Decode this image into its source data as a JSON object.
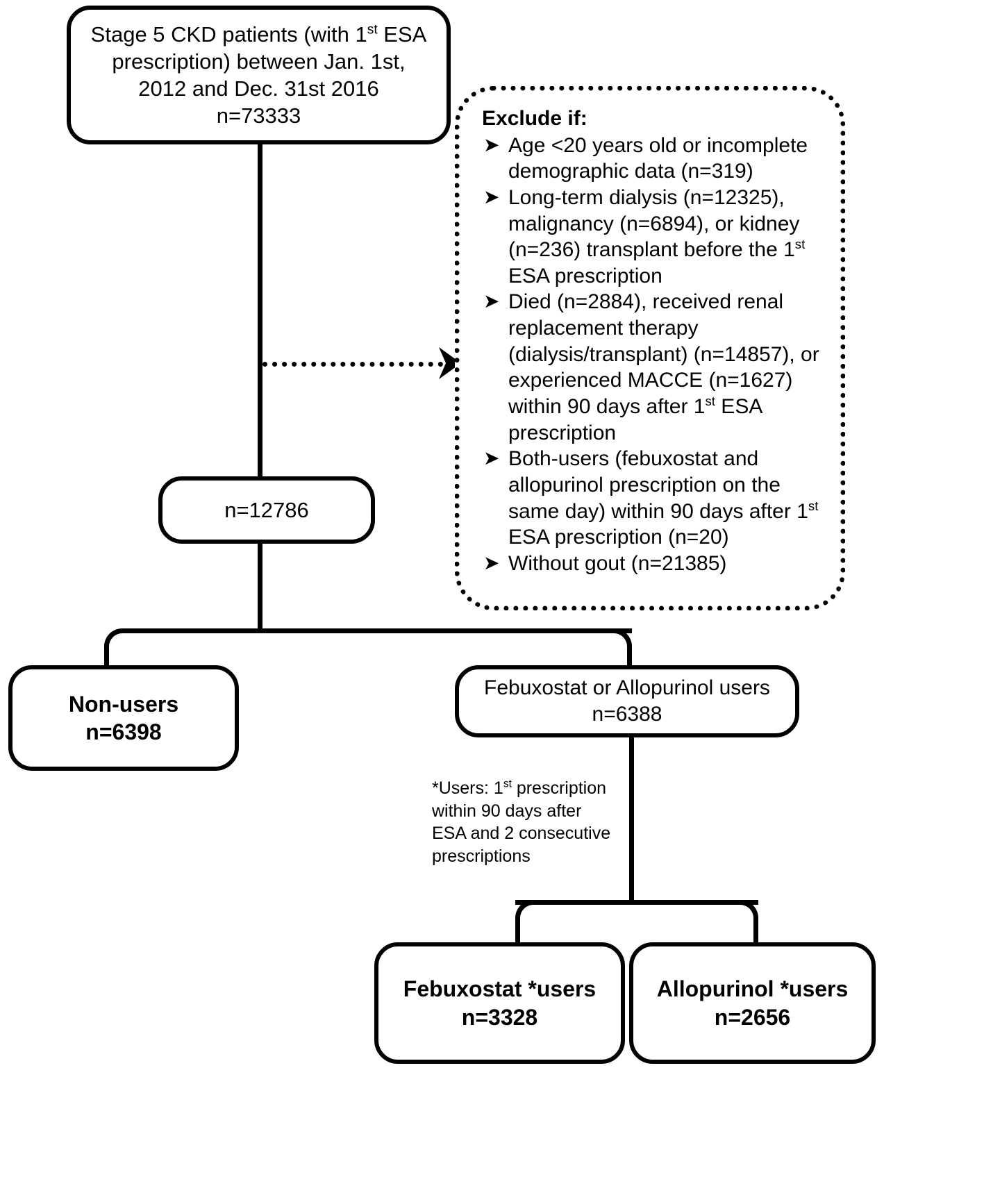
{
  "diagram": {
    "title": "Study cohort selection flowchart",
    "type": "flowchart"
  },
  "nodes": {
    "source_cohort": {
      "line1_a": "Stage 5 CKD patients (with 1",
      "line1_sup": "st",
      "line1_b": " ESA",
      "line2": "prescription) between Jan. 1st,",
      "line3": "2012 and Dec. 31st 2016",
      "line4": "n=73333"
    },
    "after_exclusion": {
      "label": "n=12786"
    },
    "non_users": {
      "label": "Non-users",
      "count": "n=6398"
    },
    "drug_users": {
      "label": "Febuxostat or Allopurinol users",
      "count": "n=6388"
    },
    "febuxostat": {
      "label": "Febuxostat *users",
      "count": "n=3328"
    },
    "allopurinol": {
      "label": "Allopurinol *users",
      "count": "n=2656"
    }
  },
  "exclusion": {
    "title": "Exclude if:",
    "bullet_glyph": "➤",
    "items": [
      {
        "segments": [
          {
            "t": "Age <20 years old or incomplete demographic data (n=319)"
          }
        ]
      },
      {
        "segments": [
          {
            "t": "Long-term dialysis (n=12325), malignancy (n=6894), or kidney (n=236) transplant before the 1"
          },
          {
            "sup": "st"
          },
          {
            "t": " ESA prescription"
          }
        ]
      },
      {
        "segments": [
          {
            "t": "Died (n=2884), received renal replacement therapy (dialysis/transplant) (n=14857), or experienced MACCE (n=1627) within 90 days after 1"
          },
          {
            "sup": "st"
          },
          {
            "t": " ESA prescription"
          }
        ]
      },
      {
        "segments": [
          {
            "t": "Both-users (febuxostat and allopurinol prescription on the same day) within 90 days after 1"
          },
          {
            "sup": "st"
          },
          {
            "t": " ESA prescription (n=20)"
          }
        ]
      },
      {
        "segments": [
          {
            "t": "Without gout (n=21385)"
          }
        ]
      }
    ]
  },
  "footnote": {
    "line1_a": "*Users: 1",
    "line1_sup": "st",
    "line1_b": " prescription",
    "line2": "within 90 days after",
    "line3": "ESA and  2 consecutive",
    "line4": "prescriptions"
  },
  "style": {
    "stroke_color": "#000000",
    "background_color": "#ffffff"
  }
}
